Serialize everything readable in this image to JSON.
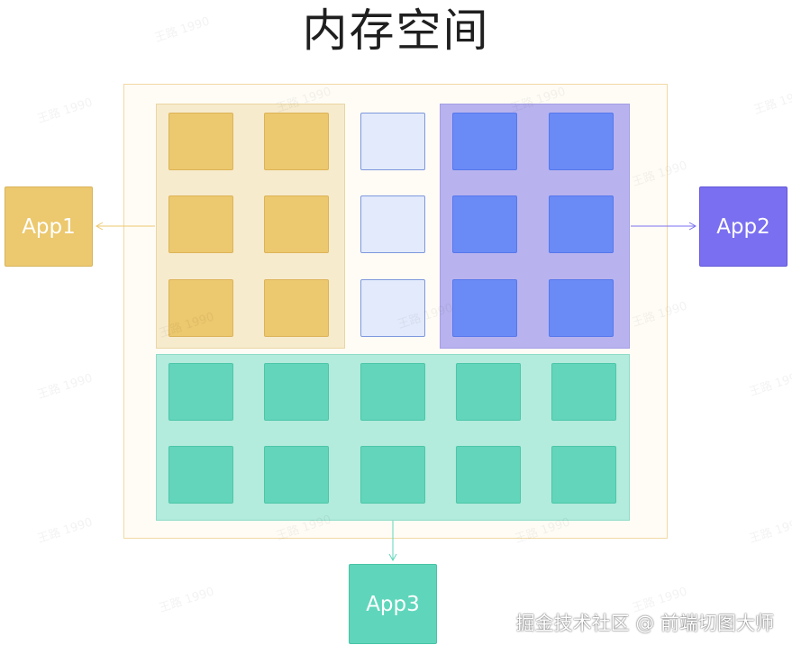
{
  "title": "内存空间",
  "apps": {
    "app1": "App1",
    "app2": "App2",
    "app3": "App3"
  },
  "colors": {
    "app1": "#ecc86e",
    "app2": "#7a6ff0",
    "app3": "#5fd6bb",
    "free_block": "#e2eafb",
    "app2_block": "#6a8af6"
  },
  "watermark": "王路 1990",
  "credit": "掘金技术社区 @ 前端切图大师"
}
